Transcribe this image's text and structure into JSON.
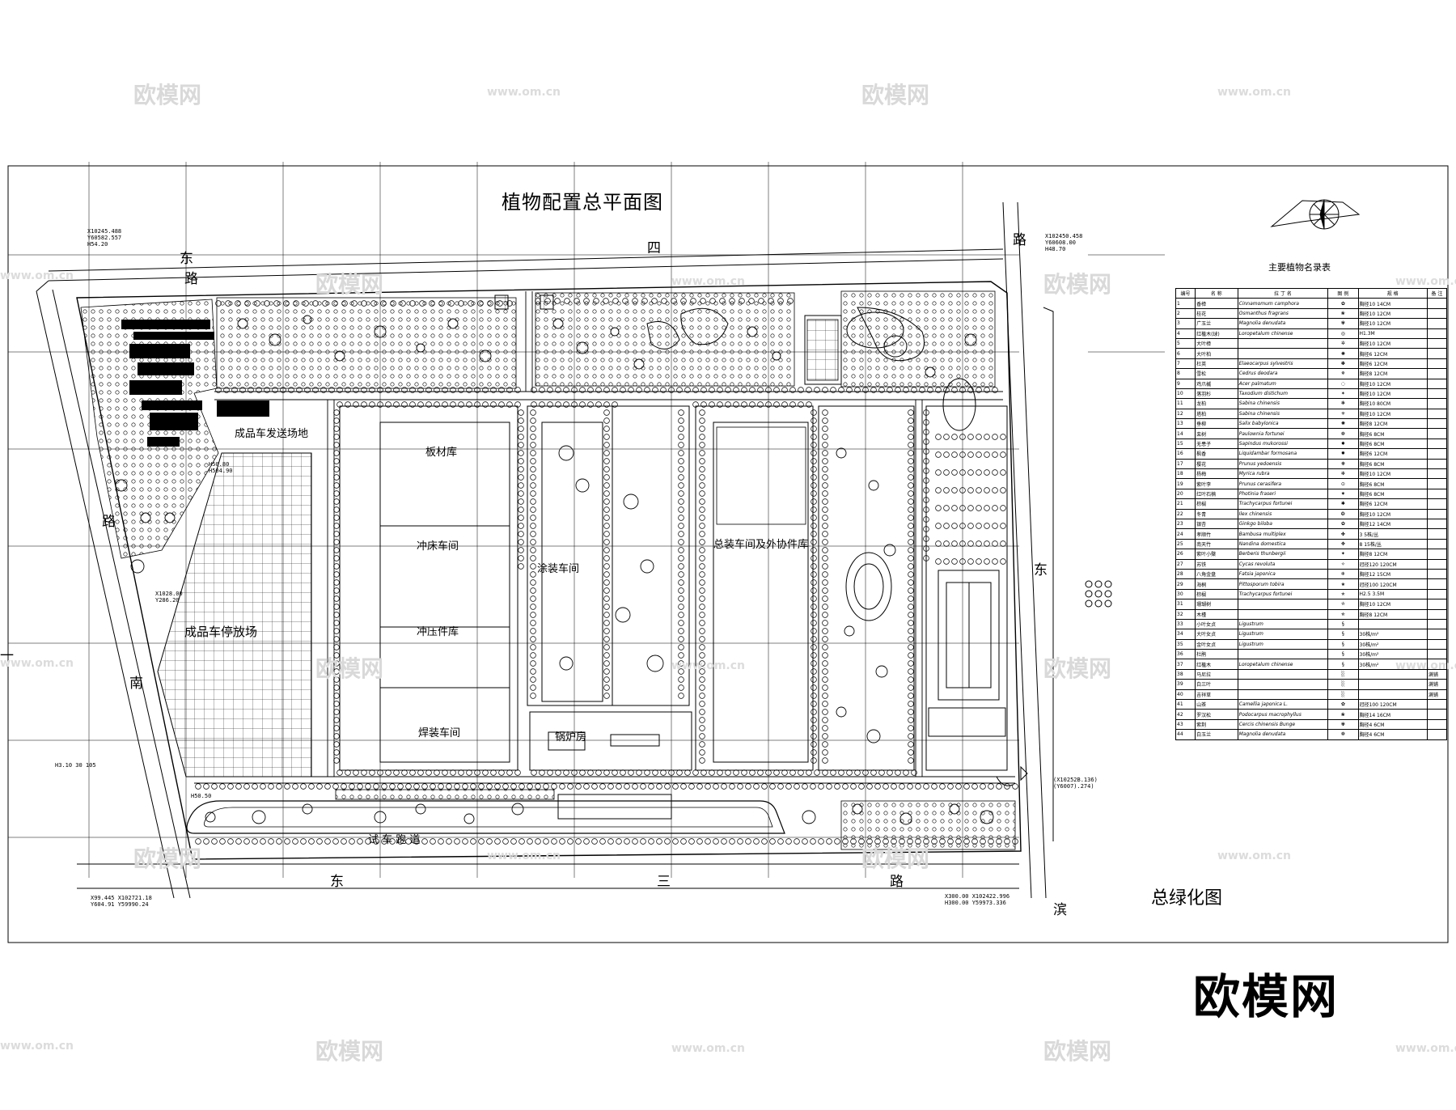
{
  "drawing": {
    "title": "植物配置总平面图",
    "subtitle": "总绿化图",
    "brand": "欧模网"
  },
  "watermarks": {
    "logo": "欧模网",
    "url": "www.om.cn"
  },
  "roads": {
    "north": [
      "东",
      "路",
      "四"
    ],
    "east": [
      "路",
      "东"
    ],
    "south": [
      "东",
      "三",
      "路"
    ],
    "west": [
      "路",
      "一",
      "南"
    ],
    "corner_se": "滨"
  },
  "zones": {
    "board_store": "板材库",
    "stamping_shop": "冲床车间",
    "stamping_store": "冲压件库",
    "welding_shop": "焊装车间",
    "painting_shop": "涂装车间",
    "assembly_shop": "总装车间及外协件库",
    "boiler": "锅炉房",
    "parking": "成品车停放场",
    "dispatch": "成品车发送场地",
    "test_track": "试 车 跑 道"
  },
  "coordinates": {
    "nw": [
      "X10245.488",
      "Y60582.557",
      "H54.20"
    ],
    "ne": [
      "X102450.458",
      "Y60608.00",
      "H48.70"
    ],
    "yard_top": [
      "H50.80",
      "H504.90"
    ],
    "yard_mid": [
      "X1028.00",
      "Y286.20"
    ],
    "west_bottom": "H3.10 30        105",
    "yard_bottom": "H50.50",
    "sw": [
      "X99.445   X102721.18",
      "Y604.91  Y59990.24"
    ],
    "se": [
      "X300.00   X102422.996",
      "H300.00   Y59973.336"
    ],
    "east_mid": [
      "(X10252B.136)",
      "(Y6007).274)"
    ]
  },
  "plant_table": {
    "title": "主要植物名录表",
    "headers": [
      "编号",
      "名 称",
      "拉 丁 名",
      "图 例",
      "规 格",
      "备 注"
    ],
    "rows": [
      [
        "1",
        "香樟",
        "Cinnamomum camphora",
        "✿",
        "胸径10 14CM",
        ""
      ],
      [
        "2",
        "桂花",
        "Osmanthus fragrans",
        "❀",
        "胸径10 12CM",
        ""
      ],
      [
        "3",
        "广玉兰",
        "Magnolia denudata",
        "✾",
        "胸径10 12CM",
        ""
      ],
      [
        "4",
        "红檵木(球)",
        "Loropetalum chinense",
        "◎",
        "H1.3M",
        ""
      ],
      [
        "5",
        "大叶樟",
        "",
        "✲",
        "胸径10 12CM",
        ""
      ],
      [
        "6",
        "大叶柏",
        "",
        "✺",
        "胸径6 12CM",
        ""
      ],
      [
        "7",
        "杜英",
        "Elaeocarpus sylvestris",
        "✽",
        "胸径6 12CM",
        ""
      ],
      [
        "8",
        "雪松",
        "Cedrus deodara",
        "✵",
        "胸径8 12CM",
        ""
      ],
      [
        "9",
        "鸡爪槭",
        "Acer palmatum",
        "◌",
        "胸径10 12CM",
        ""
      ],
      [
        "10",
        "落羽杉",
        "Taxodium distichum",
        "✶",
        "胸径10 12CM",
        ""
      ],
      [
        "11",
        "龙柏",
        "Sabina chinensis",
        "❃",
        "胸径10 80CM",
        ""
      ],
      [
        "12",
        "塔柏",
        "Sabina chinensis",
        "✳",
        "胸径10 12CM",
        ""
      ],
      [
        "13",
        "垂柳",
        "Salix babylonica",
        "✺",
        "胸径8 12CM",
        ""
      ],
      [
        "14",
        "栾树",
        "Paulownia fortunei",
        "❁",
        "胸径6 8CM",
        ""
      ],
      [
        "15",
        "无患子",
        "Sapindus mukorossi",
        "✸",
        "胸径6 8CM",
        ""
      ],
      [
        "16",
        "枫香",
        "Liquidambar formosana",
        "✹",
        "胸径6 12CM",
        ""
      ],
      [
        "17",
        "樱花",
        "Prunus yedoensis",
        "❋",
        "胸径6 8CM",
        ""
      ],
      [
        "18",
        "杨梅",
        "Myrica rubra",
        "✻",
        "胸径10 12CM",
        ""
      ],
      [
        "19",
        "紫叶李",
        "Prunus cerasifera",
        "⊙",
        "胸径6 8CM",
        ""
      ],
      [
        "20",
        "红叶石楠",
        "Photinia fraseri",
        "✷",
        "胸径6 8CM",
        ""
      ],
      [
        "21",
        "棕榈",
        "Trachycarpus fortunei",
        "✱",
        "胸径6 12CM",
        ""
      ],
      [
        "22",
        "冬青",
        "Ilex chinensis",
        "❂",
        "胸径10 12CM",
        ""
      ],
      [
        "23",
        "银杏",
        "Ginkgo biloba",
        "✿",
        "胸径12 14CM",
        ""
      ],
      [
        "24",
        "孝顺竹",
        "Bambusa multiplex",
        "✤",
        "3 5株/丛",
        ""
      ],
      [
        "25",
        "南天竹",
        "Nandina domestica",
        "✥",
        "8 15株/丛",
        ""
      ],
      [
        "26",
        "紫叶小檗",
        "Berberis thunbergii",
        "✦",
        "胸径8 12CM",
        ""
      ],
      [
        "27",
        "苏铁",
        "Cycas revoluta",
        "✧",
        "冠径120 120CM",
        ""
      ],
      [
        "28",
        "八角金盘",
        "Fatsia japonica",
        "❄",
        "胸径12 15CM",
        ""
      ],
      [
        "29",
        "海桐",
        "Pittosporum tobira",
        "✬",
        "冠径100 120CM",
        ""
      ],
      [
        "30",
        "棕榈",
        "Trachycarpus fortunei",
        "✭",
        "H2.5 3.5M",
        ""
      ],
      [
        "31",
        "珊瑚树",
        "",
        "✮",
        "胸径10 12CM",
        ""
      ],
      [
        "32",
        "木槿",
        "",
        "✯",
        "胸径8 12CM",
        ""
      ],
      [
        "33",
        "小叶女贞",
        "Ligustrum",
        "§",
        "",
        ""
      ],
      [
        "34",
        "大叶女贞",
        "Ligustrum",
        "§",
        "30株/m²",
        ""
      ],
      [
        "35",
        "金叶女贞",
        "Ligustrum",
        "§",
        "30株/m²",
        ""
      ],
      [
        "36",
        "杜鹃",
        "",
        "§",
        "30株/m²",
        ""
      ],
      [
        "37",
        "红檵木",
        "Loropetalum chinense",
        "§",
        "30株/m²",
        ""
      ],
      [
        "38",
        "马尼拉",
        "",
        "░",
        "",
        "满铺"
      ],
      [
        "39",
        "白三叶",
        "",
        "░",
        "",
        "满铺"
      ],
      [
        "40",
        "吉祥草",
        "",
        "░",
        "",
        "满铺"
      ],
      [
        "41",
        "山茶",
        "Camellia japonica L.",
        "✿",
        "冠径100 120CM",
        ""
      ],
      [
        "42",
        "罗汉松",
        "Podocarpus macrophyllus",
        "❀",
        "胸径14 16CM",
        ""
      ],
      [
        "43",
        "紫荆",
        "Cercis chinensis Bunge",
        "✾",
        "胸径4 6CM",
        ""
      ],
      [
        "44",
        "白玉兰",
        "Magnolia denudata",
        "❁",
        "胸径4 6CM",
        ""
      ]
    ]
  }
}
